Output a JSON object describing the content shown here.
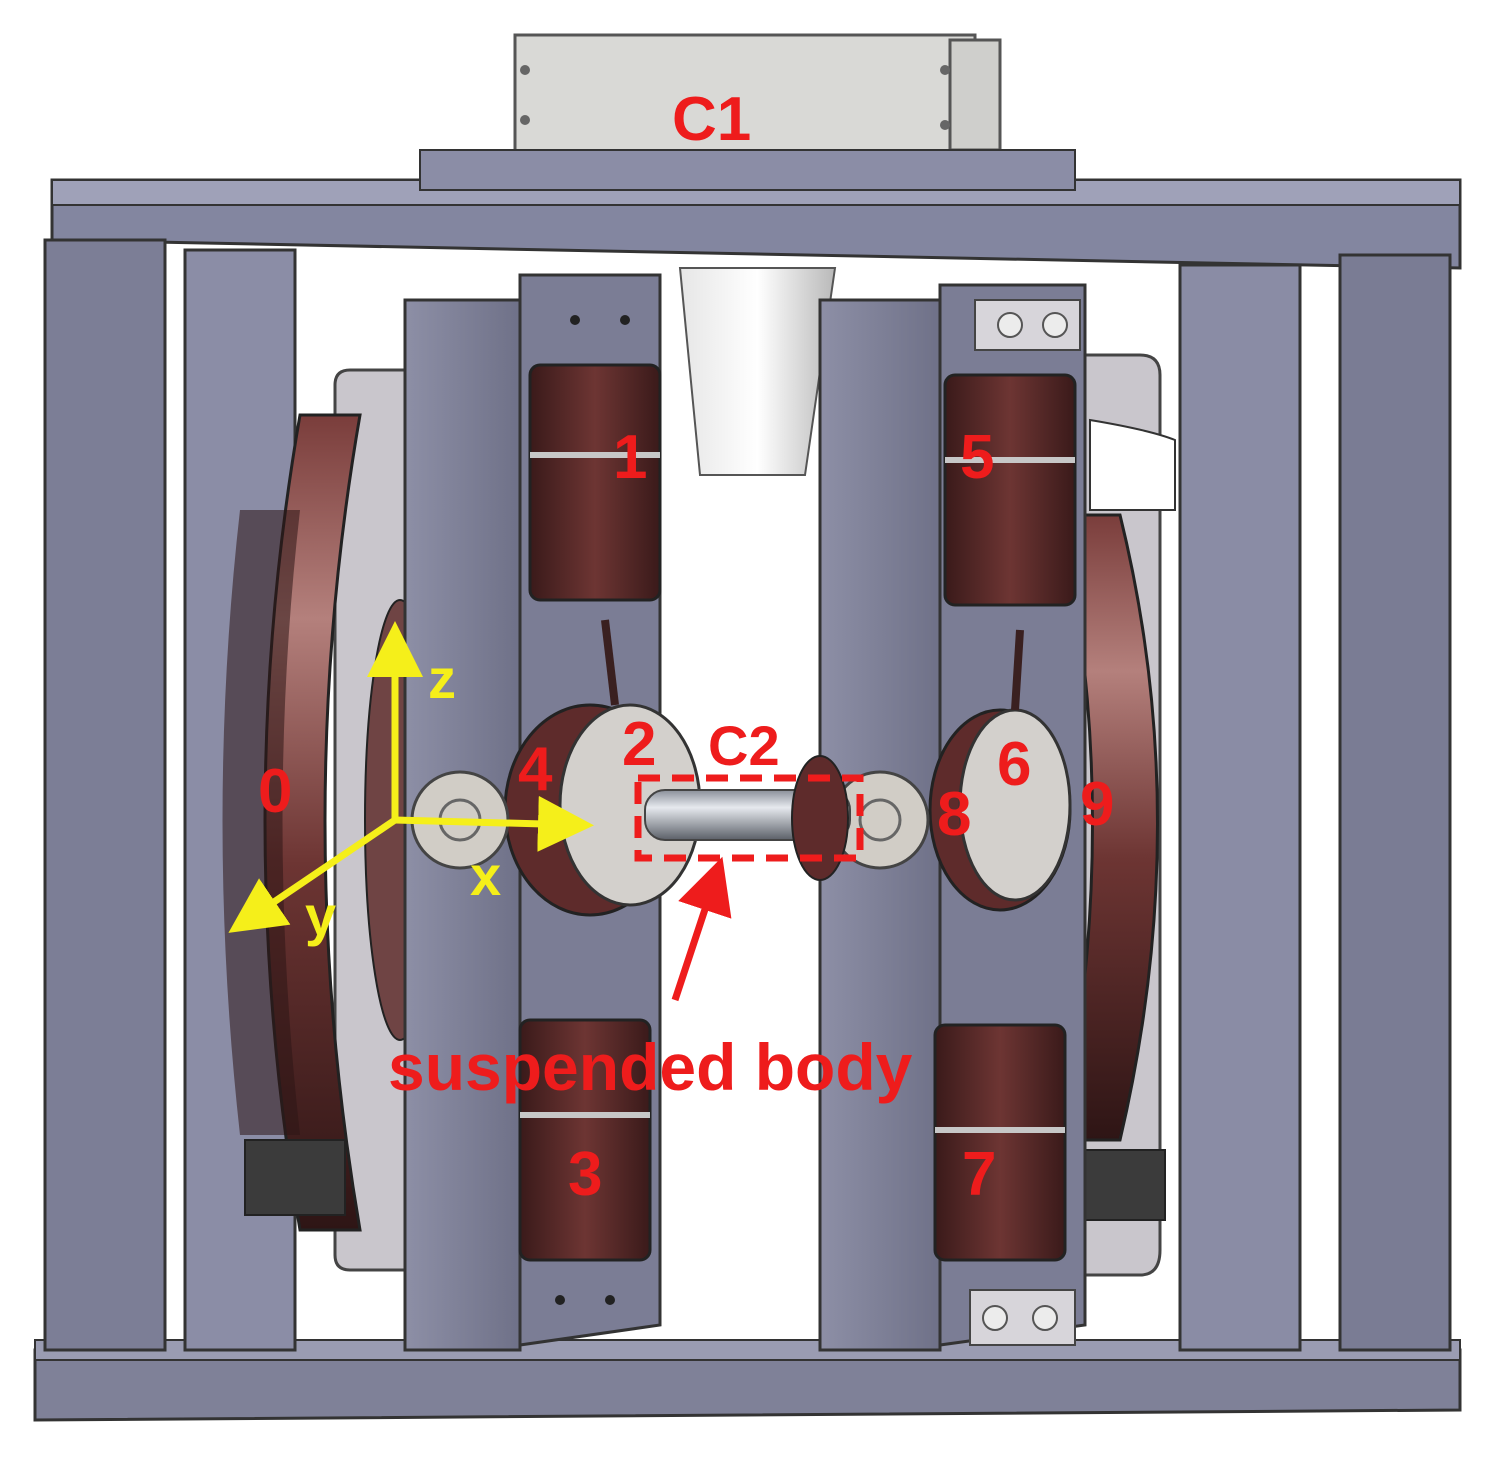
{
  "components": {
    "c1": "C1",
    "c2": "C2"
  },
  "coil_labels": [
    "0",
    "1",
    "2",
    "3",
    "4",
    "5",
    "6",
    "7",
    "8",
    "9"
  ],
  "axes": {
    "x": "x",
    "y": "y",
    "z": "z"
  },
  "annotation": "suspended body",
  "colors": {
    "frame": "#7f8198",
    "frame_dark": "#5b5d72",
    "frame_light": "#a3a5b8",
    "coil": "#5e2b2b",
    "coil_light": "#b07a78",
    "label": "#ee1c1c",
    "axis": "#f5ef1a",
    "sensor_housing": "#d9d9d6"
  }
}
